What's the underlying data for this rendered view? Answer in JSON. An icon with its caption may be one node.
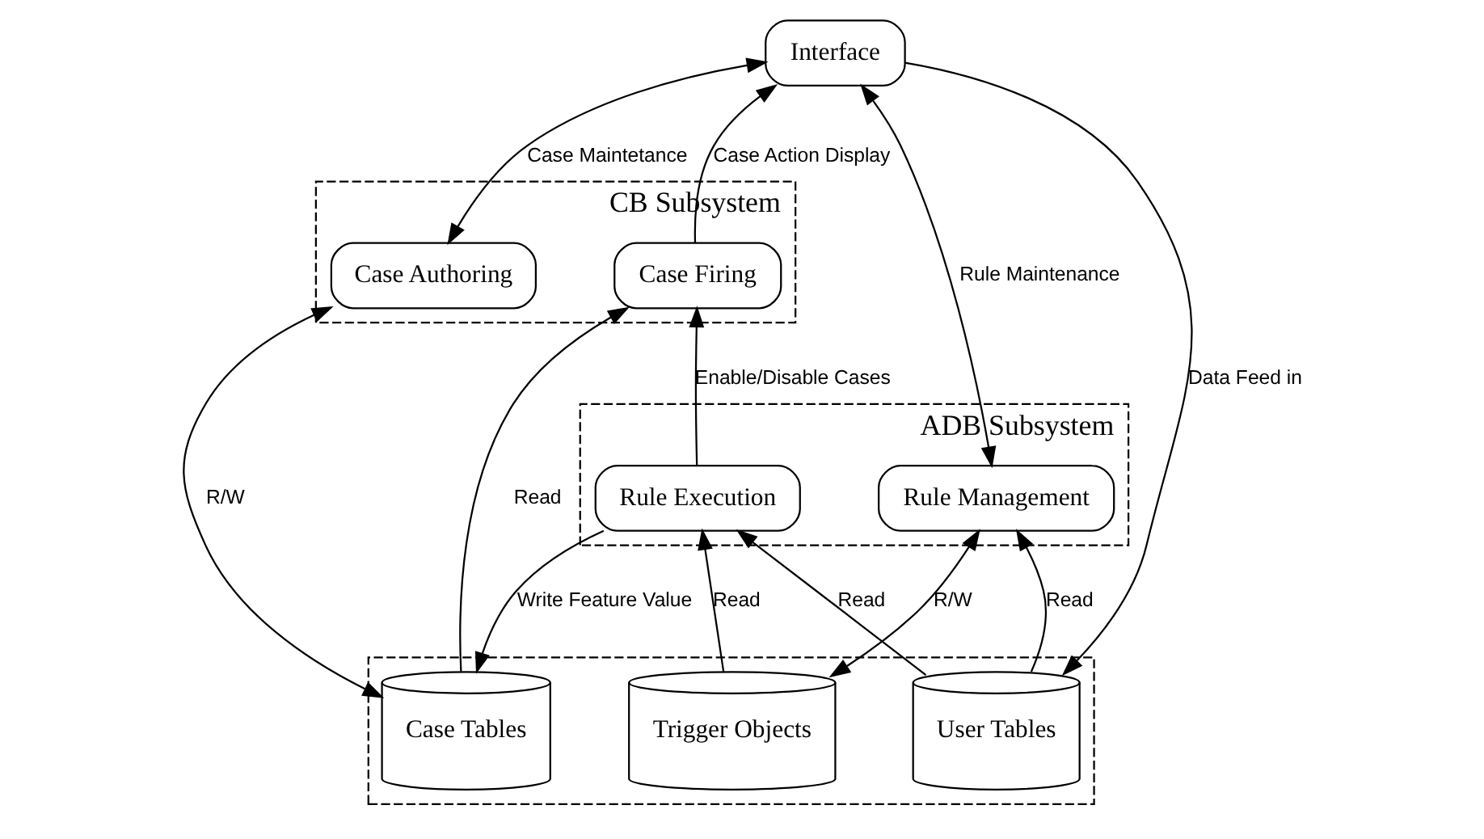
{
  "diagram": {
    "nodes": [
      {
        "text": [
          "Interface"
        ]
      },
      {
        "text": [
          "CB Subsystem"
        ]
      },
      {
        "text": [
          "Case Authoring"
        ],
        "in": 1
      },
      {
        "text": [
          "Case Firing"
        ],
        "in": 1
      },
      {
        "text": [
          "ADB Subsystem"
        ]
      },
      {
        "text": [
          "Rule Management"
        ],
        "in": 4
      },
      {
        "text": [
          "Rule Execution"
        ],
        "in": 4
      },
      {
        "text": [],
        "shape": "box"
      },
      {
        "text": [
          "User Tables"
        ],
        "in": 7
      },
      {
        "text": [
          "Trigger Objects"
        ],
        "in": 7
      },
      {
        "text": [
          "Case Tables"
        ],
        "in": 7
      }
    ],
    "edges": [
      {
        "from": 3,
        "to": 0,
        "arrow": "to",
        "label": "Case Action Display"
      },
      {
        "from": 0,
        "to": 2,
        "arrow": "both",
        "label": "Case Maintetance"
      },
      {
        "from": 0,
        "to": 5,
        "arrow": "both",
        "label": "Rule Maintenance"
      },
      {
        "from": 0,
        "to": 8,
        "arrow": "to",
        "label": "Data Feed in"
      },
      {
        "from": 8,
        "to": 5,
        "arrow": "to",
        "label": "Read"
      },
      {
        "from": 8,
        "to": 6,
        "arrow": "to",
        "label": "Read"
      },
      {
        "from": 5,
        "to": 9,
        "arrow": "both",
        "label": "R/W"
      },
      {
        "from": 9,
        "to": 6,
        "arrow": "to",
        "label": "Read"
      },
      {
        "from": 6,
        "to": 10,
        "arrow": "to",
        "label": "Write Feature Value"
      },
      {
        "from": 6,
        "to": 3,
        "arrow": "to",
        "label": "Enable/Disable Cases"
      },
      {
        "from": 2,
        "to": 10,
        "arrow": "both",
        "label": "R/W"
      },
      {
        "from": 10,
        "to": 3,
        "arrow": "to",
        "label": "Read"
      }
    ]
  }
}
